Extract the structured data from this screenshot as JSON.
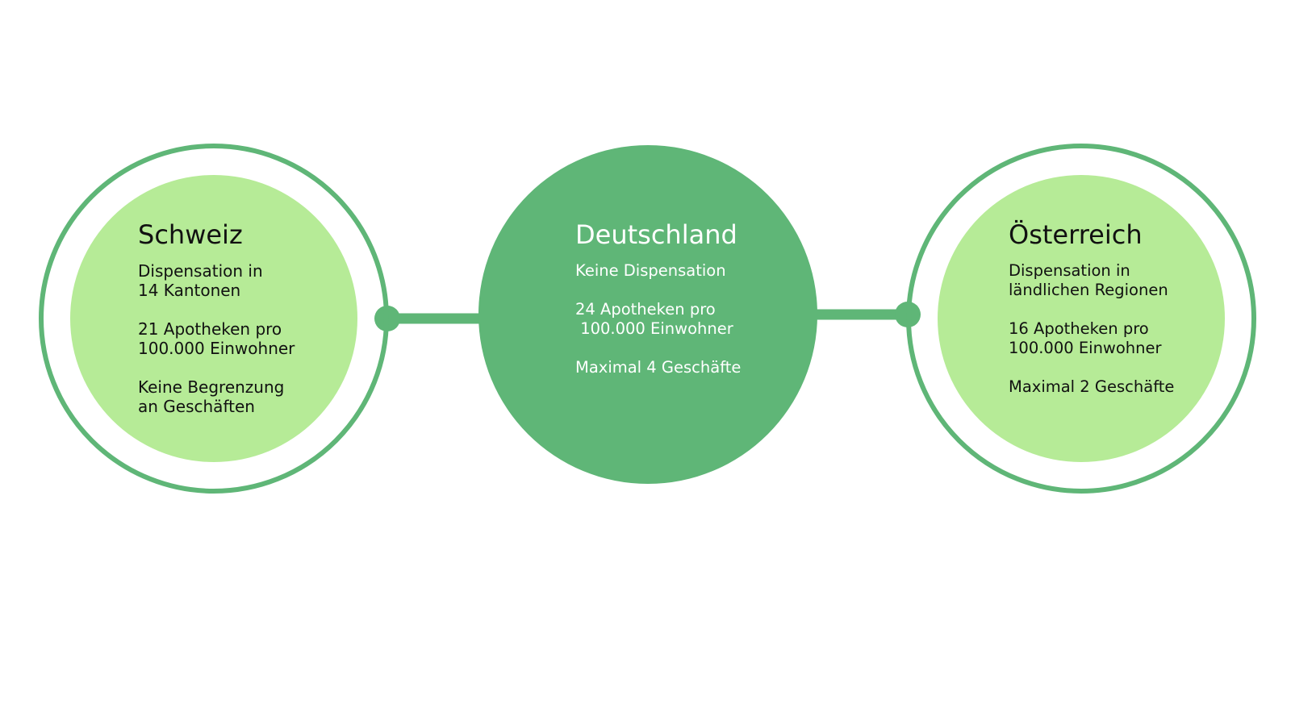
{
  "colors": {
    "background": "#ffffff",
    "ring": "#5fb677",
    "light_fill": "#b6eb97",
    "dark_fill": "#5fb677",
    "text_dark": "#111111",
    "text_light": "#ffffff"
  },
  "nodes": {
    "schweiz": {
      "title": "Schweiz",
      "line1": "Dispensation in",
      "line2": "14 Kantonen",
      "line3": "21 Apotheken pro",
      "line4": "100.000 Einwohner",
      "line5": "Keine Begrenzung",
      "line6": "an Geschäften"
    },
    "deutschland": {
      "title": "Deutschland",
      "line1": "Keine Dispensation",
      "line2": "24 Apotheken pro",
      "line3": " 100.000 Einwohner",
      "line4": "Maximal 4 Geschäfte"
    },
    "oesterreich": {
      "title": "Österreich",
      "line1": "Dispensation in",
      "line2": "ländlichen Regionen",
      "line3": "16 Apotheken pro",
      "line4": "100.000 Einwohner",
      "line5": "Maximal 2 Geschäfte"
    }
  }
}
